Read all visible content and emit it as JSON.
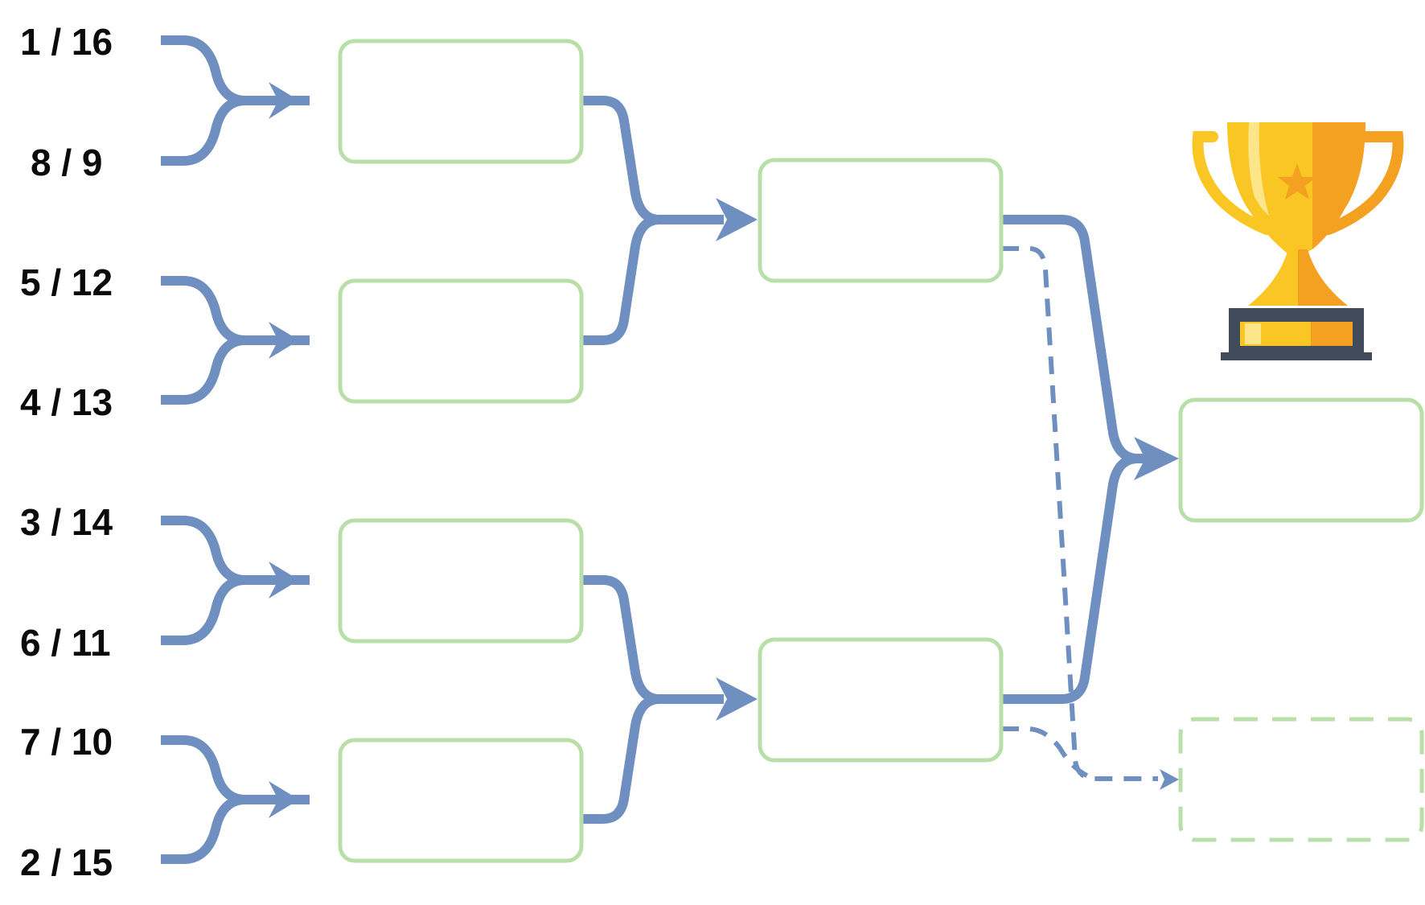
{
  "seeds": [
    {
      "label": "1 / 16"
    },
    {
      "label": "8 / 9"
    },
    {
      "label": "5 / 12"
    },
    {
      "label": "4 / 13"
    },
    {
      "label": "3 / 14"
    },
    {
      "label": "6 / 11"
    },
    {
      "label": "7 / 10"
    },
    {
      "label": "2 / 15"
    }
  ],
  "rounds": {
    "quarterfinal_slots": 4,
    "semifinal_slots": 2,
    "final_slots": 1,
    "third_place_slots": 1
  },
  "icons": {
    "trophy": "trophy-icon"
  },
  "colors": {
    "connector": "#6e8fc0",
    "box_border": "#b9dfa8",
    "label": "#0a0a0a",
    "trophy_gold": "#f9c623",
    "trophy_orange": "#f4a121",
    "trophy_base": "#424b5c"
  }
}
